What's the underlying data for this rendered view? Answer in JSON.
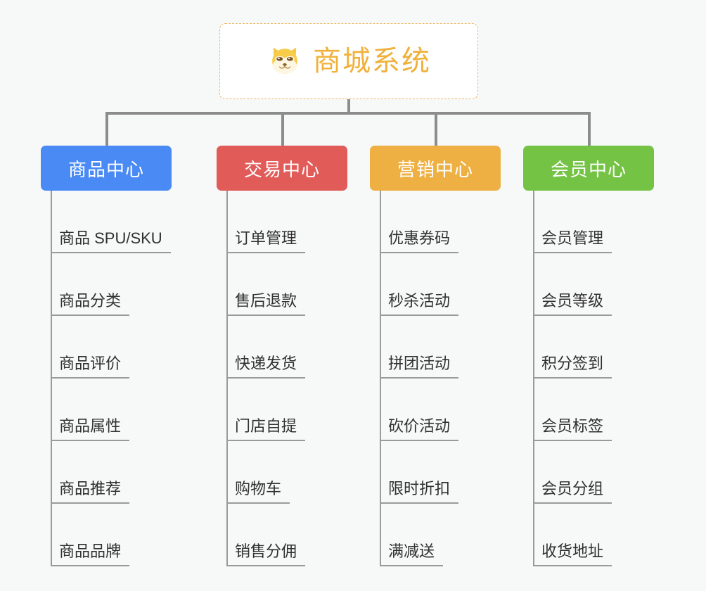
{
  "root": {
    "title": "商城系统",
    "icon": "shiba-dog-face-icon",
    "title_color": "#f0b13c",
    "border_color": "#eab862"
  },
  "canvas": {
    "background": "#f7f8f8",
    "connector_color": "#8c8c8c",
    "trunk_color": "#9a9a9a",
    "item_text_color": "#303030"
  },
  "categories": [
    {
      "label": "商品中心",
      "color": "#4a8af4",
      "items": [
        "商品 SPU/SKU",
        "商品分类",
        "商品评价",
        "商品属性",
        "商品推荐",
        "商品品牌"
      ]
    },
    {
      "label": "交易中心",
      "color": "#e15b58",
      "items": [
        "订单管理",
        "售后退款",
        "快递发货",
        "门店自提",
        "购物车",
        "销售分佣"
      ]
    },
    {
      "label": "营销中心",
      "color": "#eeb042",
      "items": [
        "优惠券码",
        "秒杀活动",
        "拼团活动",
        "砍价活动",
        "限时折扣",
        "满减送"
      ]
    },
    {
      "label": "会员中心",
      "color": "#74c344",
      "items": [
        "会员管理",
        "会员等级",
        "积分签到",
        "会员标签",
        "会员分组",
        "收货地址"
      ]
    }
  ]
}
